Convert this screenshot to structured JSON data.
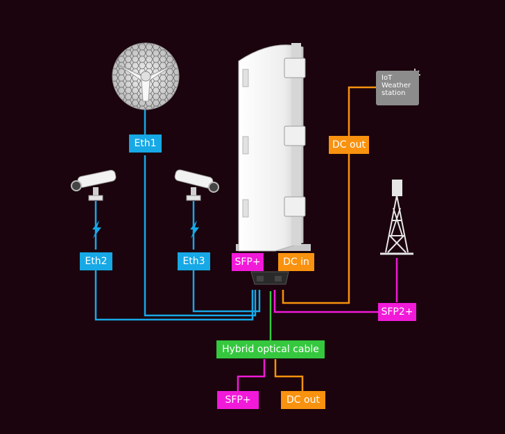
{
  "labels": {
    "eth1": "Eth1",
    "eth2": "Eth2",
    "eth3": "Eth3",
    "sfp_plus_top": "SFP+",
    "dc_in": "DC in",
    "dc_out_top": "DC out",
    "sfp2_plus": "SFP2+",
    "hybrid_cable": "Hybrid optical cable",
    "sfp_plus_bottom": "SFP+",
    "dc_out_bottom": "DC out"
  },
  "iot": {
    "line1": "IoT",
    "line2": "Weather",
    "line3": "station"
  },
  "icons": [
    "dish-antenna-icon",
    "security-camera-icon",
    "lightning-icon",
    "cell-tower-icon",
    "sun-icon",
    "router-enclosure-icon"
  ],
  "colors": {
    "background": "#1b040d",
    "ethernet": "#17a8e6",
    "sfp": "#f21ad9",
    "dc": "#f9920f",
    "hybrid": "#35c83f",
    "iot_box": "#8c8c8c"
  }
}
